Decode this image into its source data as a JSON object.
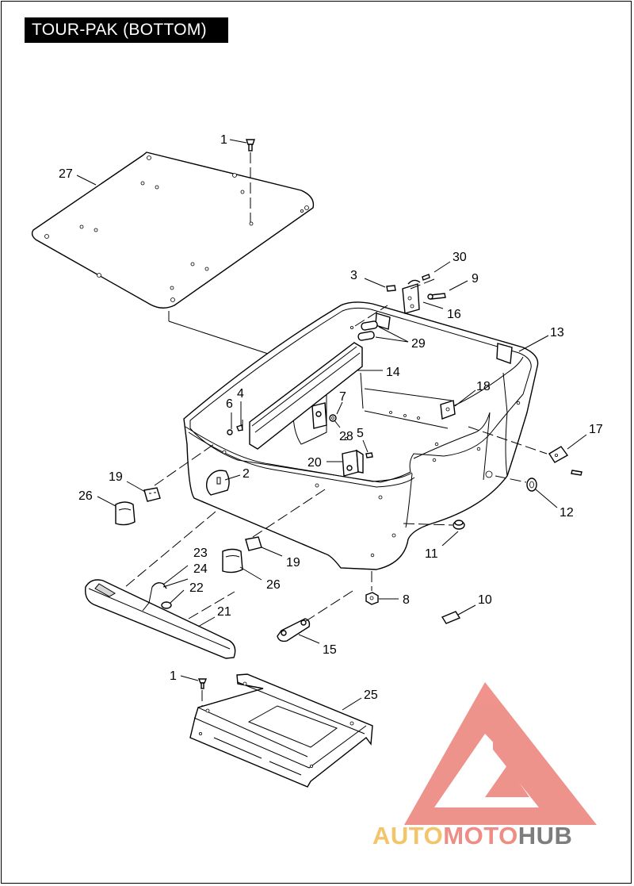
{
  "title": "TOUR-PAK (BOTTOM)",
  "callouts": {
    "c1a": "1",
    "c27": "27",
    "c30": "30",
    "c3": "3",
    "c9": "9",
    "c16": "16",
    "c29": "29",
    "c13": "13",
    "c14": "14",
    "c6": "6",
    "c4": "4",
    "c7": "7",
    "c28": "28",
    "c18": "18",
    "c5": "5",
    "c20": "20",
    "c17": "17",
    "c19a": "19",
    "c2": "2",
    "c26a": "26",
    "c12": "12",
    "c11": "11",
    "c19b": "19",
    "c23": "23",
    "c24": "24",
    "c26b": "26",
    "c22": "22",
    "c8": "8",
    "c10": "10",
    "c21": "21",
    "c15": "15",
    "c1b": "1",
    "c25": "25"
  },
  "watermark": {
    "part1": "AUTO",
    "part2": "MOTO",
    "part3": "HUB",
    "colors": {
      "auto": "#f3c46a",
      "moto": "#ef8d85",
      "hub": "#7d7d7d",
      "logo": "#ee8d86"
    }
  }
}
